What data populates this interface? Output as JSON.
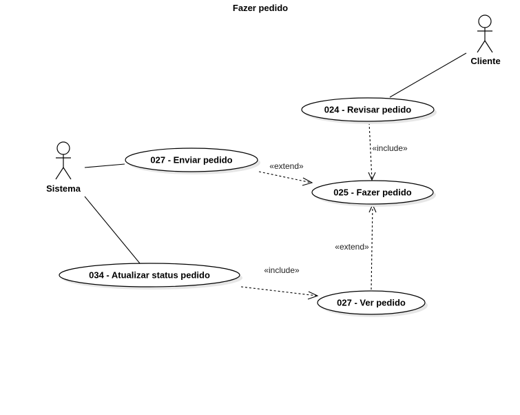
{
  "diagram": {
    "title": "Fazer pedido",
    "actors": {
      "cliente": "Cliente",
      "sistema": "Sistema"
    },
    "use_cases": {
      "revisar_pedido": "024 - Revisar pedido",
      "enviar_pedido": "027 - Enviar pedido",
      "fazer_pedido": "025 - Fazer pedido",
      "atualizar_status": "034 - Atualizar status pedido",
      "ver_pedido": "027 - Ver pedido"
    },
    "relations": {
      "revisar_include": "«include»",
      "enviar_extend": "«extend»",
      "ver_extend": "«extend»",
      "atualizar_include": "«include»"
    }
  }
}
